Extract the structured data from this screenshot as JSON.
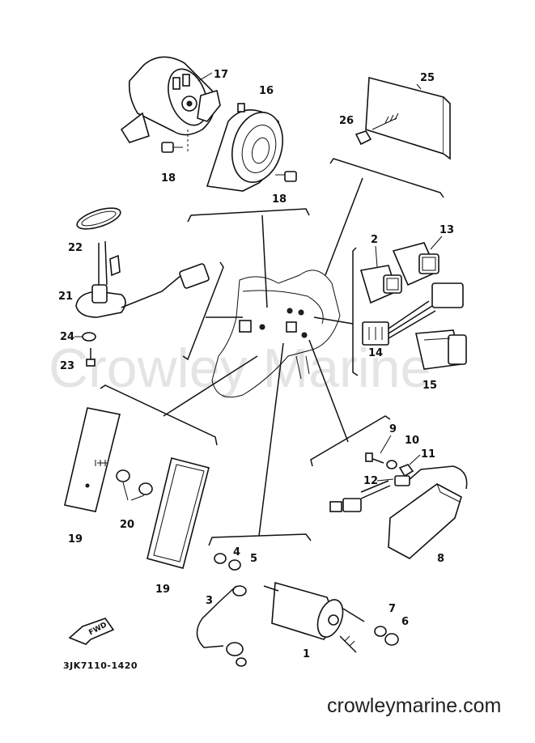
{
  "diagram": {
    "drawing_code": "3JK7110-1420",
    "watermark": "Crowley Marine",
    "site": "crowleymarine.com",
    "fwd_label": "FWD",
    "callouts": {
      "c1": "1",
      "c2": "2",
      "c3": "3",
      "c4": "4",
      "c5": "5",
      "c6": "6",
      "c7": "7",
      "c8": "8",
      "c9": "9",
      "c10": "10",
      "c11": "11",
      "c12": "12",
      "c13": "13",
      "c14": "14",
      "c15": "15",
      "c16": "16",
      "c17": "17",
      "c18a": "18",
      "c18b": "18",
      "c19a": "19",
      "c19b": "19",
      "c20": "20",
      "c21": "21",
      "c22": "22",
      "c23": "23",
      "c24": "24",
      "c25": "25",
      "c26": "26"
    }
  }
}
